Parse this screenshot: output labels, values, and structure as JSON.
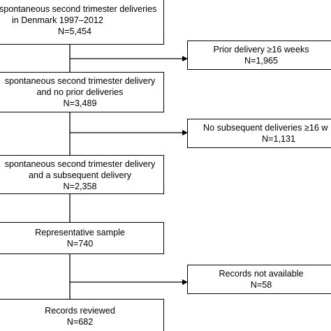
{
  "diagram": {
    "nodes": [
      {
        "id": "n1",
        "lines": [
          "spontaneous second trimester deliveries",
          "in Denmark 1997–2012",
          "N=5,454"
        ]
      },
      {
        "id": "n2",
        "lines": [
          "Prior delivery ≥16 weeks",
          "N=1,965"
        ]
      },
      {
        "id": "n3",
        "lines": [
          "spontaneous second trimester delivery",
          "and no prior deliveries",
          "N=3,489"
        ]
      },
      {
        "id": "n4",
        "lines": [
          "No subsequent deliveries ≥16 w",
          "N=1,131"
        ]
      },
      {
        "id": "n5",
        "lines": [
          "spontaneous second trimester delivery",
          "and a subsequent delivery",
          "N=2,358"
        ]
      },
      {
        "id": "n6",
        "lines": [
          "Representative sample",
          "N=740"
        ]
      },
      {
        "id": "n7",
        "lines": [
          "Records not available",
          "N=58"
        ]
      },
      {
        "id": "n8",
        "lines": [
          "Records reviewed",
          "N=682"
        ]
      }
    ]
  }
}
